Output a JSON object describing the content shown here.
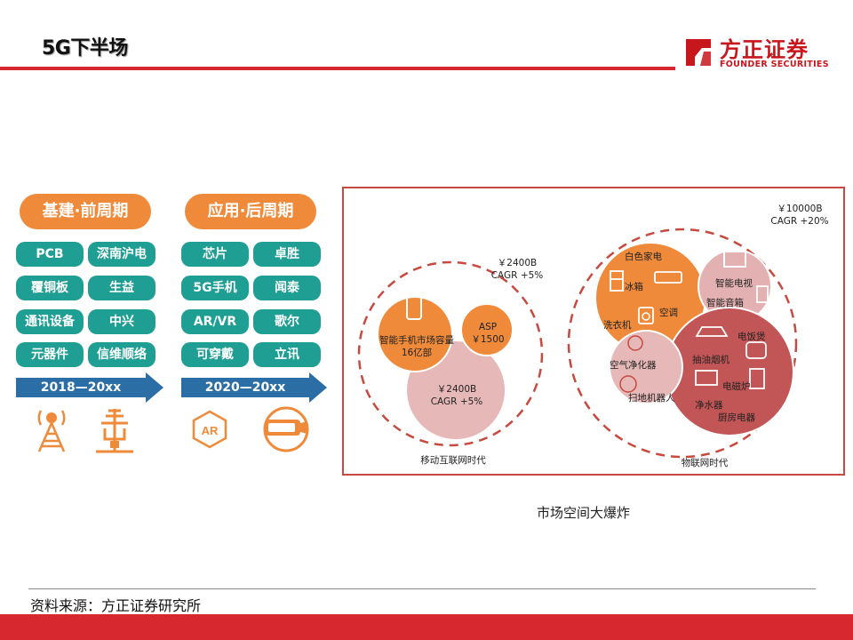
{
  "header": {
    "title": "5G下半场",
    "logo_cn": "方正证券",
    "logo_en": "FOUNDER SECURITIES"
  },
  "left": {
    "phase1": {
      "label": "基建·前周期",
      "items": [
        "PCB",
        "深南沪电",
        "覆铜板",
        "生益",
        "通讯设备",
        "中兴",
        "元器件",
        "信维顺络"
      ],
      "arrow": "2018—20xx"
    },
    "phase2": {
      "label": "应用·后周期",
      "items": [
        "芯片",
        "卓胜",
        "5G手机",
        "闻泰",
        "AR/VR",
        "歌尔",
        "可穿戴",
        "立讯"
      ],
      "arrow": "2020—20xx"
    }
  },
  "diagram": {
    "mobile": {
      "outer_value": "￥2400B",
      "outer_cagr": "CAGR +5%",
      "phone_label": "智能手机市场容量",
      "phone_count": "16亿部",
      "asp_label": "ASP",
      "asp_value": "￥1500",
      "bottom_value": "￥2400B",
      "bottom_cagr": "CAGR +5%",
      "era": "移动互联网时代"
    },
    "iot": {
      "outer_value": "￥10000B",
      "outer_cagr": "CAGR +20%",
      "white_goods": "白色家电",
      "fridge": "冰箱",
      "ac": "空调",
      "washer": "洗衣机",
      "smart_tv": "智能电视",
      "smart_speaker": "智能音箱",
      "air_purifier": "空气净化器",
      "robot_vacuum": "扫地机器人",
      "rice_cooker": "电饭煲",
      "range_hood": "抽油烟机",
      "induction": "电磁炉",
      "water_purifier": "净水器",
      "kitchen": "厨房电器",
      "era": "物联网时代"
    },
    "caption": "市场空间大爆炸"
  },
  "footer": {
    "source": "资料来源：方正证券研究所"
  },
  "colors": {
    "red": "#d7282f",
    "orange": "#ef8a3a",
    "teal": "#1f9e93",
    "blue": "#2b6ea6",
    "pink": "#e3b1b1",
    "dark_red": "#c25555"
  }
}
